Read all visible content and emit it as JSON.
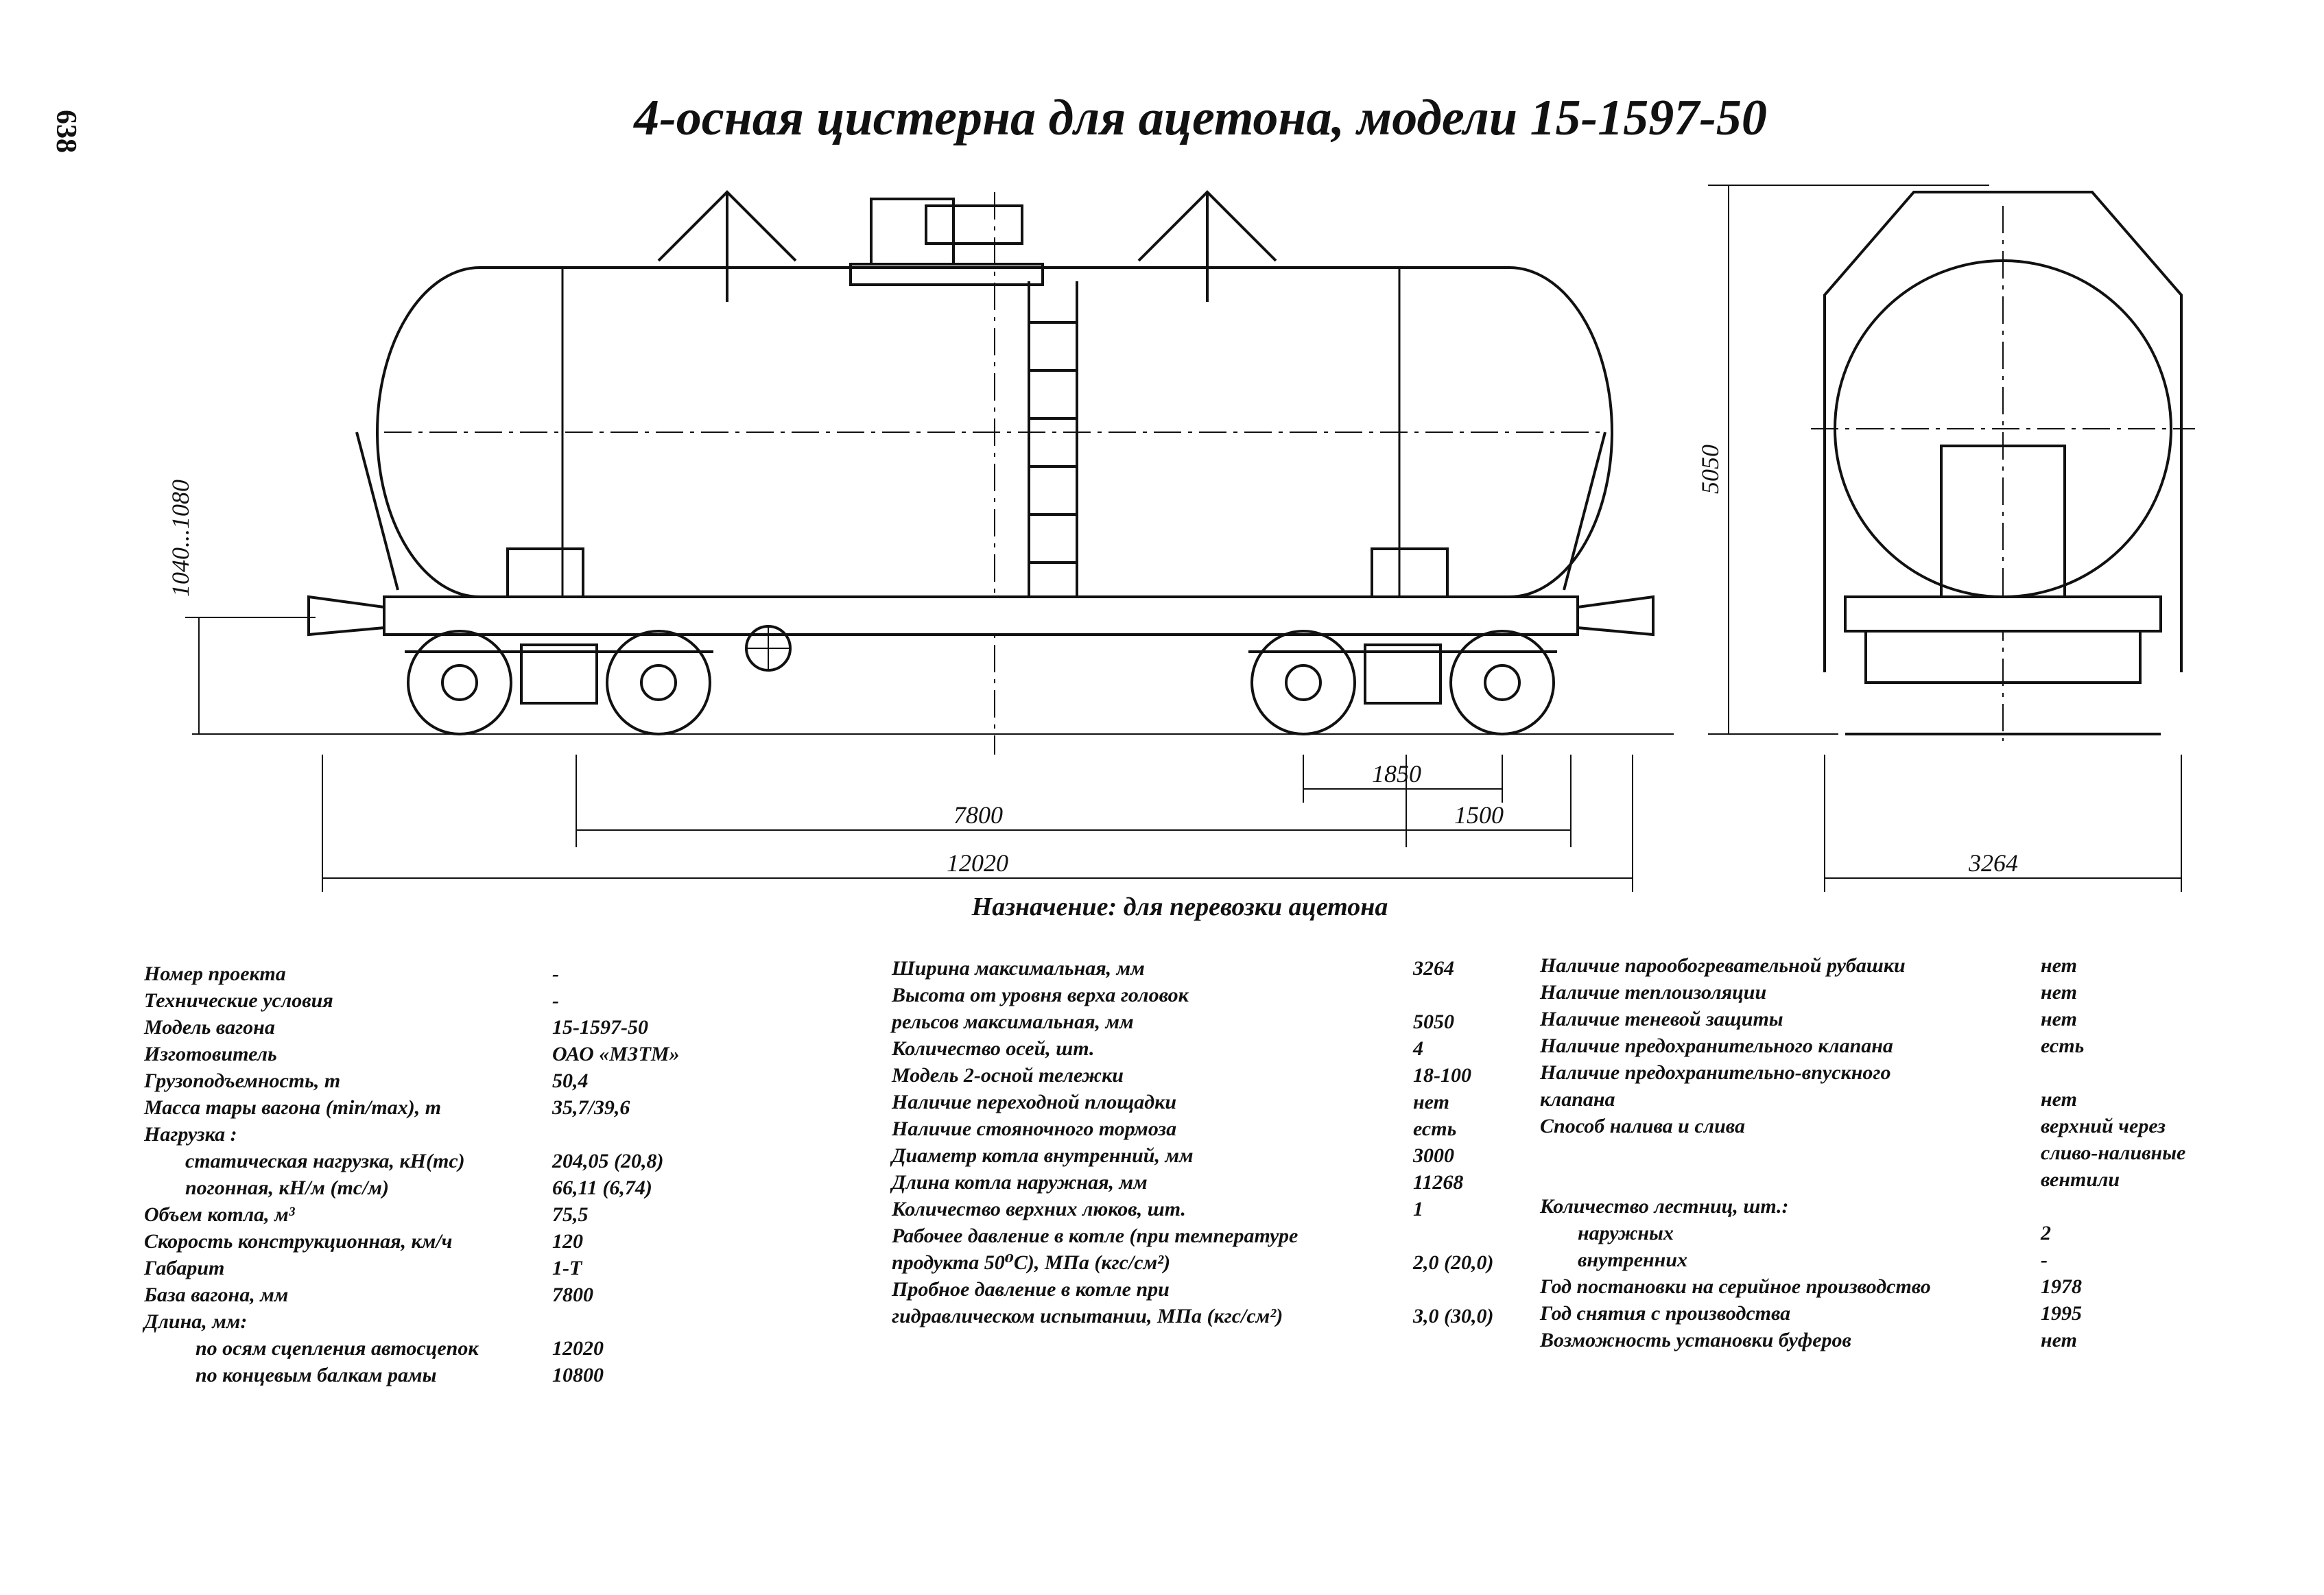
{
  "page_number": "638",
  "title": "4-осная цистерна для ацетона, модели 15-1597-50",
  "purpose": "Назначение: для перевозки ацетона",
  "dimensions": {
    "height_coupler": "1040...1080",
    "height_total": "5050",
    "bogie_base": "1850",
    "car_base": "7800",
    "overhang": "1500",
    "length_couplers": "12020",
    "width_max": "3264"
  },
  "spec_col1": [
    {
      "label": "Номер проекта",
      "value": "-"
    },
    {
      "label": "Технические условия",
      "value": "-"
    },
    {
      "label": "Модель вагона",
      "value": "15-1597-50"
    },
    {
      "label": "Изготовитель",
      "value": "ОАО «МЗТМ»"
    },
    {
      "label": "Грузоподъемность, т",
      "value": "50,4"
    },
    {
      "label": "Масса тары вагона (min/max), т",
      "value": "35,7/39,6"
    },
    {
      "label": "Нагрузка :",
      "value": ""
    },
    {
      "label": "статическая нагрузка, кН(тс)",
      "value": "204,05 (20,8)"
    },
    {
      "label": "погонная, кН/м (тс/м)",
      "value": "66,11 (6,74)"
    },
    {
      "label": "Объем котла, м³",
      "value": "75,5"
    },
    {
      "label": "Скорость конструкционная, км/ч",
      "value": "120"
    },
    {
      "label": "Габарит",
      "value": "1-Т"
    },
    {
      "label": "База вагона, мм",
      "value": "7800"
    },
    {
      "label": "Длина, мм:",
      "value": ""
    },
    {
      "label": "по осям сцепления автосцепок",
      "value": "12020"
    },
    {
      "label": "по концевым балкам рамы",
      "value": "10800"
    }
  ],
  "spec_col2": [
    {
      "label": "Ширина максимальная, мм",
      "value": "3264"
    },
    {
      "label": "Высота от уровня верха головок",
      "value": ""
    },
    {
      "label": "рельсов максимальная, мм",
      "value": "5050"
    },
    {
      "label": "Количество осей, шт.",
      "value": "4"
    },
    {
      "label": "Модель 2-осной тележки",
      "value": "18-100"
    },
    {
      "label": "Наличие переходной площадки",
      "value": "нет"
    },
    {
      "label": "Наличие стояночного тормоза",
      "value": "есть"
    },
    {
      "label": "Диаметр котла внутренний, мм",
      "value": "3000"
    },
    {
      "label": "Длина котла наружная, мм",
      "value": "11268"
    },
    {
      "label": "Количество верхних люков, шт.",
      "value": "1"
    },
    {
      "label": "Рабочее давление в котле (при температуре",
      "value": ""
    },
    {
      "label": "продукта 50⁰С), МПа (кгс/см²)",
      "value": "2,0 (20,0)"
    },
    {
      "label": "Пробное давление в котле при",
      "value": ""
    },
    {
      "label": "гидравлическом испытании, МПа (кгс/см²)",
      "value": "3,0 (30,0)"
    }
  ],
  "spec_col3": [
    {
      "label": "Наличие парообогревательной рубашки",
      "value": "нет"
    },
    {
      "label": "Наличие теплоизоляции",
      "value": "нет"
    },
    {
      "label": "Наличие теневой защиты",
      "value": "нет"
    },
    {
      "label": "Наличие предохранительного клапана",
      "value": "есть"
    },
    {
      "label": "Наличие предохранительно-впускного",
      "value": ""
    },
    {
      "label": "клапана",
      "value": "нет"
    },
    {
      "label": "Способ налива и слива",
      "value": "верхний через"
    },
    {
      "label": "",
      "value": "сливо-наливные"
    },
    {
      "label": "",
      "value": "вентили"
    },
    {
      "label": "Количество лестниц, шт.:",
      "value": ""
    },
    {
      "label": "наружных",
      "value": "2"
    },
    {
      "label": "внутренних",
      "value": "-"
    },
    {
      "label": "Год постановки на серийное производство",
      "value": "1978"
    },
    {
      "label": "Год снятия с производства",
      "value": "1995"
    },
    {
      "label": "Возможность установки буферов",
      "value": "нет"
    }
  ]
}
